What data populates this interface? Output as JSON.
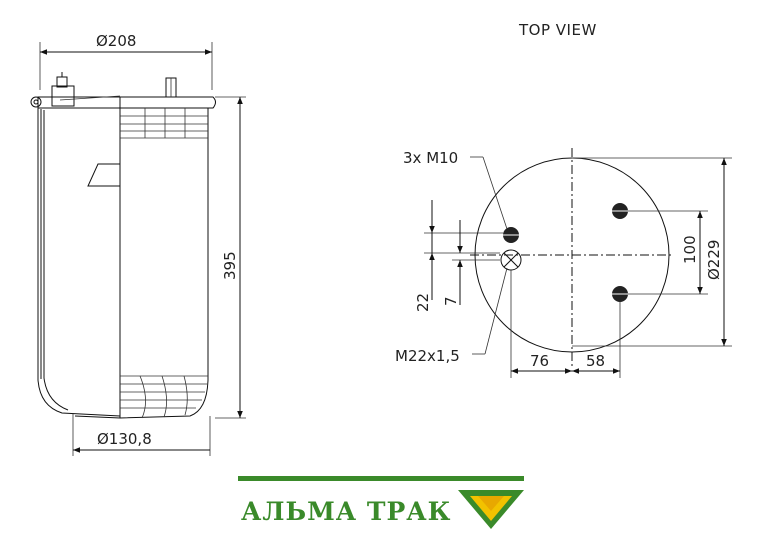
{
  "side_view": {
    "top_diameter": "Ø208",
    "height": "395",
    "bottom_diameter": "Ø130,8"
  },
  "top_view": {
    "title": "TOP VIEW",
    "bolt_label": "3x M10",
    "air_fitting_label": "M22x1,5",
    "outer_diameter": "Ø229",
    "bolt_spacing_vertical": "100",
    "offset_22": "22",
    "offset_7": "7",
    "distance_76": "76",
    "distance_58": "58"
  },
  "brand": {
    "name": "АЛЬМА ТРАК",
    "bar_color": "#3a8a2a",
    "logo_yellow": "#f2c200"
  }
}
